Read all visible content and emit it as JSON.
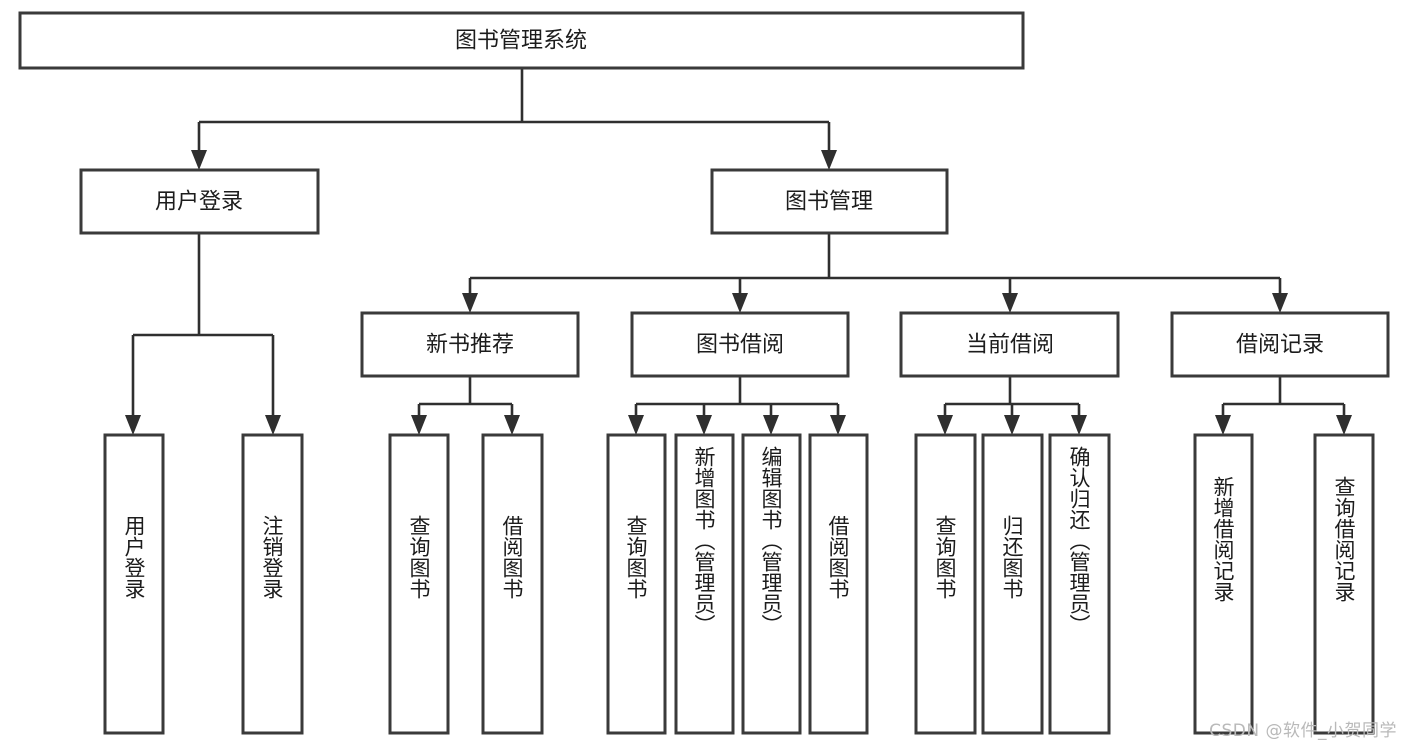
{
  "diagram": {
    "type": "tree",
    "orientation": "top-down",
    "title": "图书管理系统",
    "colors": {
      "background": "#ffffff",
      "box_fill": "#ffffff",
      "box_stroke": "#3a3a3a",
      "edge": "#2f2f2f",
      "text": "#1c1c1c",
      "watermark": "#b9b9b9"
    },
    "root": {
      "id": "root",
      "label": "图书管理系统"
    },
    "level2": [
      {
        "id": "user-login",
        "label": "用户登录"
      },
      {
        "id": "book-manage",
        "label": "图书管理"
      }
    ],
    "level3": [
      {
        "id": "new-book-recommend",
        "label": "新书推荐",
        "parent": "book-manage"
      },
      {
        "id": "book-borrow",
        "label": "图书借阅",
        "parent": "book-manage"
      },
      {
        "id": "current-borrow",
        "label": "当前借阅",
        "parent": "book-manage"
      },
      {
        "id": "borrow-record",
        "label": "借阅记录",
        "parent": "book-manage"
      }
    ],
    "leaves": [
      {
        "id": "leaf-user-login",
        "label": "用户登录",
        "parent": "user-login"
      },
      {
        "id": "leaf-logout-login",
        "label": "注销登录",
        "parent": "user-login"
      },
      {
        "id": "leaf-query-book-1",
        "label": "查询图书",
        "parent": "new-book-recommend"
      },
      {
        "id": "leaf-borrow-book-1",
        "label": "借阅图书",
        "parent": "new-book-recommend"
      },
      {
        "id": "leaf-query-book-2",
        "label": "查询图书",
        "parent": "book-borrow"
      },
      {
        "id": "leaf-add-book",
        "label": "新增图书（管理员）",
        "parent": "book-borrow"
      },
      {
        "id": "leaf-edit-book",
        "label": "编辑图书（管理员）",
        "parent": "book-borrow"
      },
      {
        "id": "leaf-borrow-book-2",
        "label": "借阅图书",
        "parent": "book-borrow"
      },
      {
        "id": "leaf-query-book-3",
        "label": "查询图书",
        "parent": "current-borrow"
      },
      {
        "id": "leaf-return-book",
        "label": "归还图书",
        "parent": "current-borrow"
      },
      {
        "id": "leaf-confirm-return",
        "label": "确认归还（管理员）",
        "parent": "current-borrow"
      },
      {
        "id": "leaf-add-record",
        "label": "新增借阅记录",
        "parent": "borrow-record"
      },
      {
        "id": "leaf-query-record",
        "label": "查询借阅记录",
        "parent": "borrow-record"
      }
    ]
  },
  "watermark": {
    "text": "CSDN @软件_小贺同学"
  }
}
